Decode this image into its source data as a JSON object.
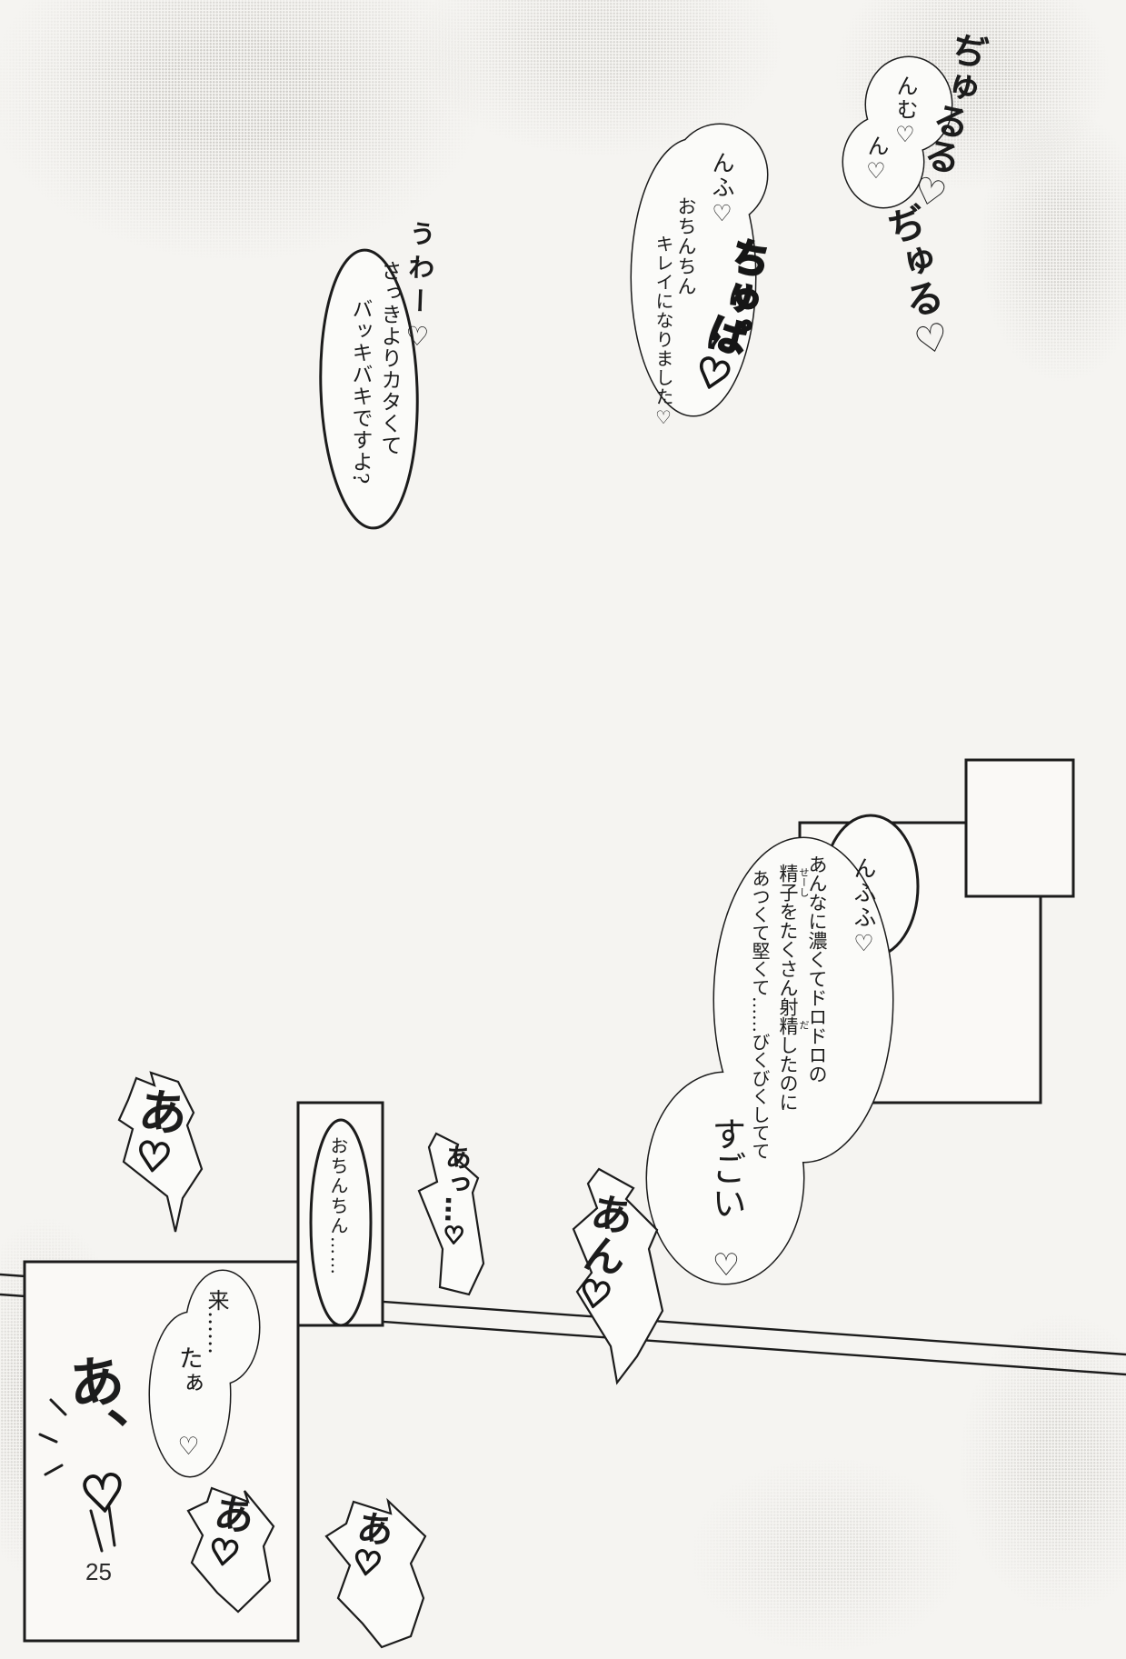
{
  "page_number": "25",
  "paper_color": "#f5f4f1",
  "ink_color": "#1c1c1c",
  "speech": {
    "nmu": {
      "col1": "んむ♡",
      "col2": "ん♡"
    },
    "nfu": {
      "head": "んふ♡",
      "col1": "おちんちん",
      "col2": "キレイになりました♡"
    },
    "sakki": {
      "col1": "さっきよりカタくて",
      "col2": "バッキバキですよ?"
    },
    "nfufu": {
      "text": "んふふ♡"
    },
    "annani": {
      "col1": "あんなに濃くてドロドロの",
      "col2_seg1": "精子",
      "col2_ruby1": "せーし",
      "col2_seg2": "をたくさん射",
      "col2_seg3": "精",
      "col2_ruby2": "だ",
      "col2_seg4": "したのに",
      "col3": "あつくて堅くて……びくびくしてて"
    },
    "sugoi": {
      "text": "すごい",
      "heart": "♡"
    },
    "ochinchin": {
      "text": "おちんちん……"
    },
    "kita": {
      "col1": "来……",
      "col2": "たぁ",
      "heart": "♡"
    }
  },
  "sfx": {
    "jururu": "ぢゅるる♡",
    "juru": "ぢゅる♡",
    "chupa": "ちゅぱ♡",
    "uwa": "うわー♡",
    "a_top": {
      "chars": "あ",
      "heart": "♡"
    },
    "attsu": {
      "chars": "あっ…",
      "heart": "♡"
    },
    "an": {
      "chars": "あん",
      "heart": "♡"
    },
    "a_big": {
      "chars": "あ、",
      "heart": "♡"
    },
    "a_mid": {
      "chars": "あ",
      "heart": "♡"
    },
    "a_right": {
      "chars": "あ",
      "heart": "♡"
    }
  }
}
